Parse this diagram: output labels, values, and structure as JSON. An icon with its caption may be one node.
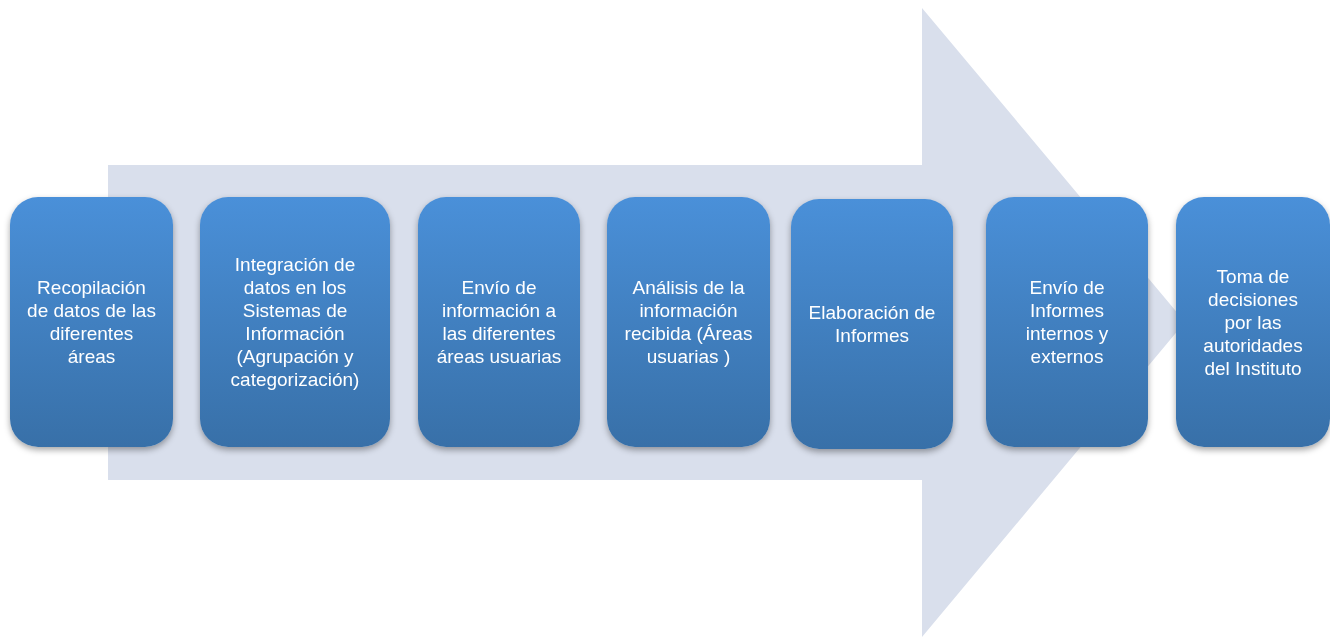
{
  "diagram": {
    "nodes": [
      {
        "text": [
          "Recopilación de datos de las diferentes áreas"
        ]
      },
      {
        "text": [
          "Integración de datos en los Sistemas de Información (Agrupación  y categorización)"
        ]
      },
      {
        "text": [
          "Envío de información a las diferentes áreas usuarias"
        ]
      },
      {
        "text": [
          "Análisis de la información recibida (Áreas usuarias )"
        ]
      },
      {
        "text": [
          "Elaboración de Informes"
        ]
      },
      {
        "text": [
          "Envío de Informes internos y externos"
        ]
      },
      {
        "text": [
          "Toma de decisiones por las autoridades del Instituto"
        ]
      }
    ],
    "edges": [
      {
        "from": 0,
        "to": 6,
        "arrow": "to",
        "style": "thick"
      }
    ]
  }
}
